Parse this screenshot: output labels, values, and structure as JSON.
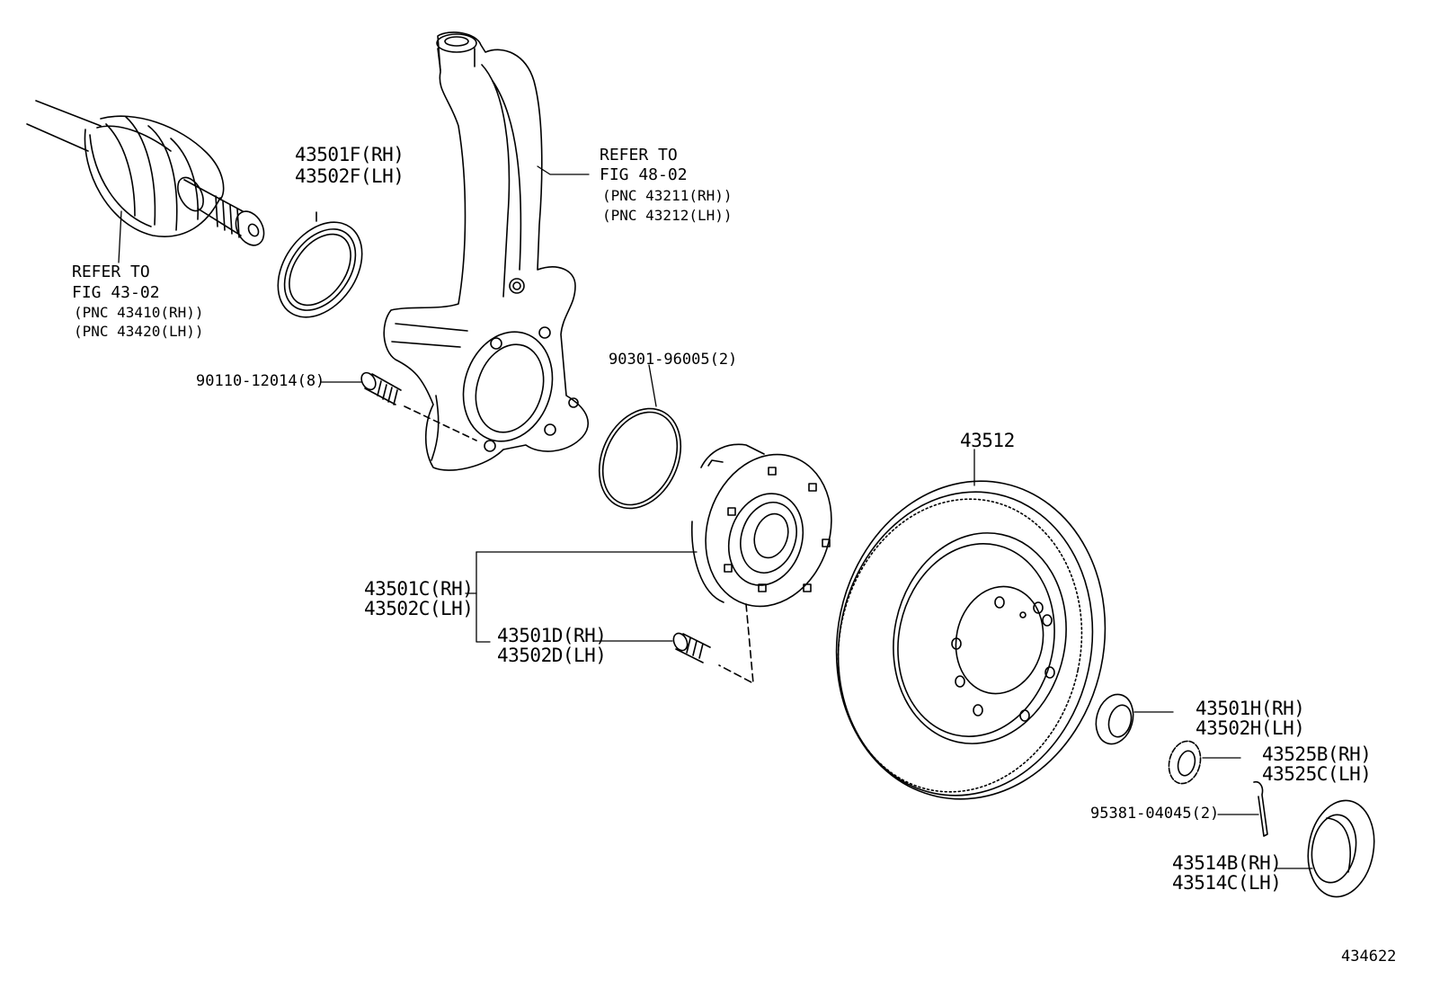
{
  "diagram": {
    "figure_number": "434622",
    "labels": {
      "seal_rh": "43501F(RH)",
      "seal_lh": "43502F(LH)",
      "knuckle_ref1": "REFER TO",
      "knuckle_ref2": "FIG 48-02",
      "knuckle_pnc_rh": "(PNC 43211(RH))",
      "knuckle_pnc_lh": "(PNC 43212(LH))",
      "shaft_ref1": "REFER TO",
      "shaft_ref2": "FIG 43-02",
      "shaft_pnc_rh": "(PNC 43410(RH))",
      "shaft_pnc_lh": "(PNC 43420(LH))",
      "bolt": "90110-12014(8)",
      "oring": "90301-96005(2)",
      "rotor": "43512",
      "hub_rh": "43501C(RH)",
      "hub_lh": "43502C(LH)",
      "stud_rh": "43501D(RH)",
      "stud_lh": "43502D(LH)",
      "nut_rh": "43501H(RH)",
      "nut_lh": "43502H(LH)",
      "lock_rh": "43525B(RH)",
      "lock_lh": "43525C(LH)",
      "pin": "95381-04045(2)",
      "cap_rh": "43514B(RH)",
      "cap_lh": "43514C(LH)"
    }
  }
}
